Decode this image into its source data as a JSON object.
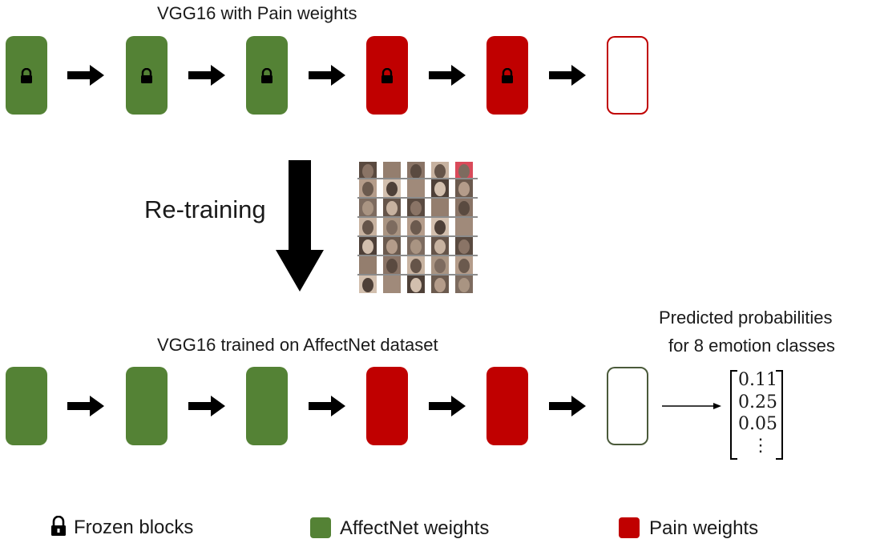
{
  "top_title": "VGG16 with Pain weights",
  "retrain_label": "Re-training",
  "bottom_title": "VGG16 trained on AffectNet dataset",
  "prediction_label_line1": "Predicted probabilities",
  "prediction_label_line2": "for 8 emotion classes",
  "probabilities": [
    "0.11",
    "0.25",
    "0.05",
    "⋮"
  ],
  "legend": {
    "frozen": "Frozen blocks",
    "affectnet": "AffectNet weights",
    "pain": "Pain weights"
  },
  "colors": {
    "affectnet_green": "#548235",
    "pain_red": "#c00000"
  },
  "icons": [
    "lock-icon",
    "right-arrow-icon",
    "down-arrow-icon"
  ]
}
